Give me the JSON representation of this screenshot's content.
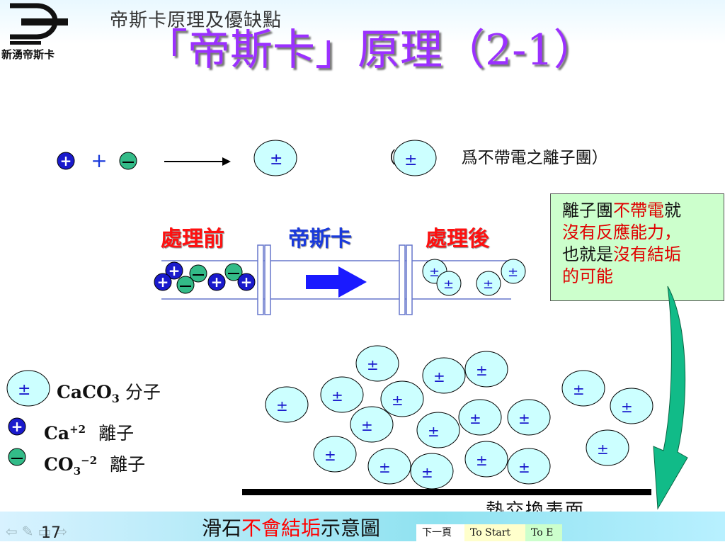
{
  "header": {
    "logo_text": "新湧帝斯卡",
    "subtitle": "帝斯卡原理及優缺點",
    "title": "「帝斯卡」原理（2-1）"
  },
  "equation": {
    "plus_sign": "+",
    "neutral_symbol": "±",
    "note_open": "（",
    "note_text": "爲不帶電之離子團）"
  },
  "ion_symbols": {
    "positive": "+",
    "negative": "—",
    "neutral": "±"
  },
  "pipe": {
    "before_label": "處理前",
    "device_label": "帝斯卡",
    "after_label": "處理後"
  },
  "info_box": {
    "line1_a": "離子團",
    "line1_b": "不帶電",
    "line1_c": "就",
    "line2": "沒有反應能力，",
    "line3_a": "也就是",
    "line3_b": "沒有結垢",
    "line4": "的可能"
  },
  "legend": {
    "caco3_formula": "CaCO",
    "caco3_sub": "3",
    "caco3_text": "分子",
    "ca_formula": "Ca",
    "ca_sup": "+2",
    "ca_text": "離子",
    "co3_formula": "CO",
    "co3_sub": "3",
    "co3_sup": "−2",
    "co3_text": "離子"
  },
  "scene": {
    "surface_label": "熱交換表面",
    "caption_a": "滑石",
    "caption_b": "不會結垢",
    "caption_c": "示意圖"
  },
  "nav": {
    "page_number": "17",
    "next_page": "下一頁",
    "to_start": "To Start",
    "to_end": "To E"
  },
  "colors": {
    "title": "#9b30ff",
    "positive_ion": "#1a1acc",
    "negative_ion": "#33bb88",
    "neutral_ion": "#ccffff",
    "arrow": "#1a1aff",
    "curve": "#11bb88"
  }
}
